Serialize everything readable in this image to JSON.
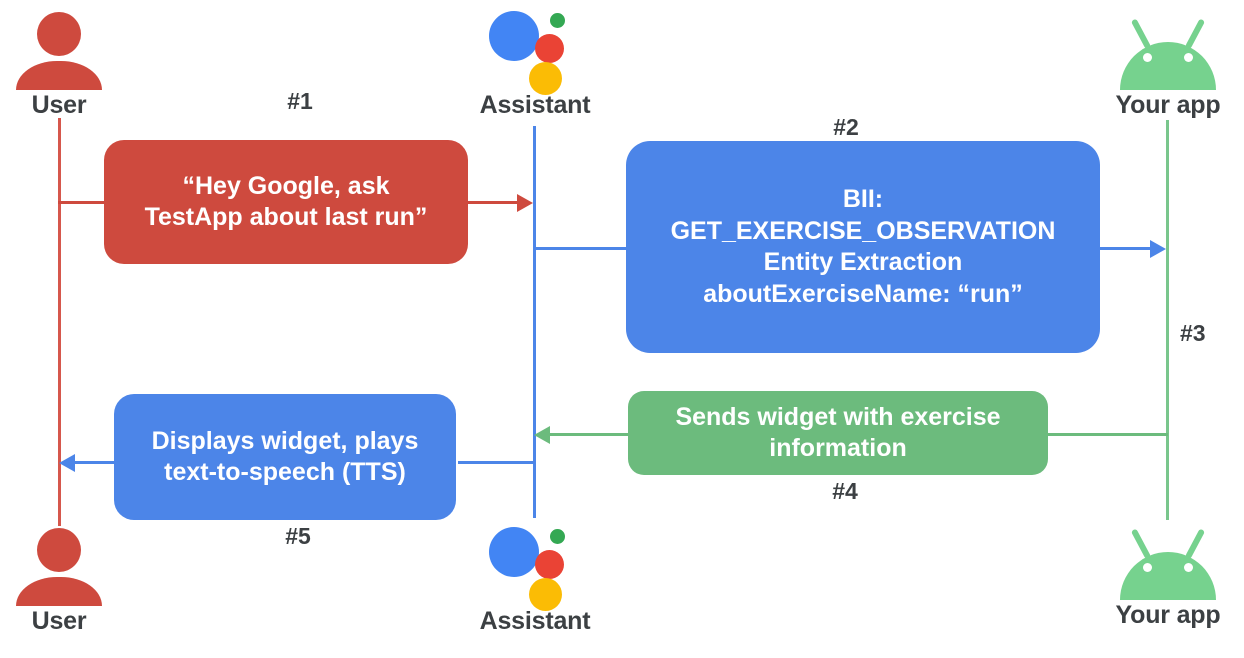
{
  "diagram": {
    "title": "Google Assistant App Actions sequence diagram",
    "colors": {
      "red": "#CE4A3E",
      "blue": "#4C85E8",
      "green": "#6CBB7D",
      "android_green": "#76D28E",
      "text": "#3C4043"
    },
    "actors": [
      {
        "id": "user",
        "label": "User",
        "icon": "user-icon"
      },
      {
        "id": "assistant",
        "label": "Assistant",
        "icon": "google-assistant-icon"
      },
      {
        "id": "app",
        "label": "Your app",
        "icon": "android-robot-icon"
      }
    ],
    "actors_bottom": [
      {
        "id": "user",
        "label": "User",
        "icon": "user-icon"
      },
      {
        "id": "assistant",
        "label": "Assistant",
        "icon": "google-assistant-icon"
      },
      {
        "id": "app",
        "label": "Your app",
        "icon": "android-robot-icon"
      }
    ],
    "steps": [
      {
        "number": "#1",
        "color": "red",
        "text": "“Hey Google, ask TestApp about last run”"
      },
      {
        "number": "#2",
        "color": "blue",
        "text": "BII: GET_EXERCISE_OBSERVATION Entity Extraction aboutExerciseName: “run”"
      },
      {
        "number": "#3",
        "color": "green",
        "text": ""
      },
      {
        "number": "#4",
        "color": "green",
        "text": "Sends widget with exercise information"
      },
      {
        "number": "#5",
        "color": "blue",
        "text": "Displays widget, plays text-to-speech (TTS)"
      }
    ],
    "messages": {
      "m1": {
        "step": "#1",
        "lines": [
          "“Hey Google, ask",
          "TestApp about last run”"
        ]
      },
      "m2": {
        "step": "#2",
        "lines": [
          "BII:",
          "GET_EXERCISE_OBSERVATION",
          "Entity Extraction",
          "aboutExerciseName: “run”"
        ]
      },
      "m3": {
        "step": "#3",
        "lines": []
      },
      "m4": {
        "step": "#4",
        "lines": [
          "Sends widget with exercise",
          "information"
        ]
      },
      "m5": {
        "step": "#5",
        "lines": [
          "Displays widget, plays",
          "text-to-speech (TTS)"
        ]
      }
    }
  }
}
